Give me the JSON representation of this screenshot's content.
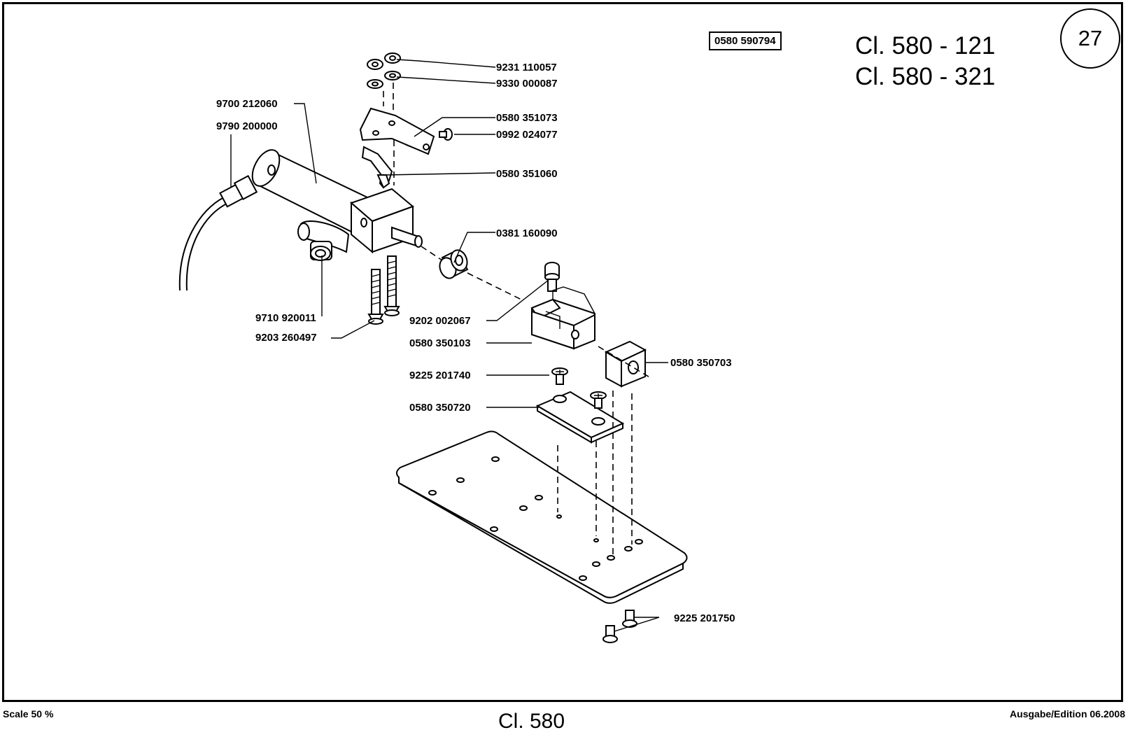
{
  "header": {
    "doc_number": "0580 590794",
    "models": [
      "Cl. 580 - 121",
      "Cl. 580 - 321"
    ],
    "page_number": "27"
  },
  "footer": {
    "scale": "Scale 50 %",
    "title": "Cl. 580",
    "edition": "Ausgabe/Edition 06.2008"
  },
  "callouts": [
    {
      "id": "nut",
      "text": "9231 110057"
    },
    {
      "id": "washer",
      "text": "9330 000087"
    },
    {
      "id": "cylinder",
      "text": "9700 212060"
    },
    {
      "id": "hose",
      "text": "9790 200000"
    },
    {
      "id": "bracket",
      "text": "0580 351073"
    },
    {
      "id": "small-screw",
      "text": "0992 024077"
    },
    {
      "id": "lever",
      "text": "0580 351060"
    },
    {
      "id": "spacer",
      "text": "0381 160090"
    },
    {
      "id": "elbow",
      "text": "9710 920011"
    },
    {
      "id": "long-screw",
      "text": "9203 260497"
    },
    {
      "id": "cap-screw",
      "text": "9202 002067"
    },
    {
      "id": "guide-block",
      "text": "0580 350103"
    },
    {
      "id": "stop-block",
      "text": "0580 350703"
    },
    {
      "id": "plate-screw",
      "text": "9225 201740"
    },
    {
      "id": "strip-plate",
      "text": "0580 350720"
    },
    {
      "id": "base-screws",
      "text": "9225 201750"
    }
  ]
}
